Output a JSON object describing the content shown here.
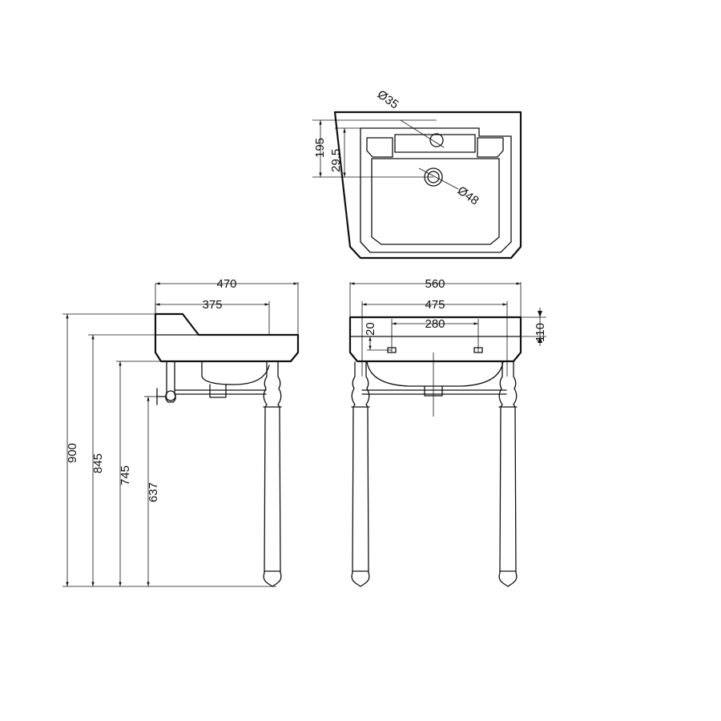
{
  "top_view": {
    "dia_small": "Ø35",
    "dia_large": "Ø48",
    "depth_total": "195",
    "depth_hole": "29.5"
  },
  "side_view": {
    "width_total": "470",
    "width_inner": "375",
    "height_total": "900",
    "height_rim": "845",
    "height_underside": "745",
    "height_waste": "637"
  },
  "front_view": {
    "width_total": "560",
    "width_legs": "475",
    "tap_centres": "280",
    "tap_offset": "20",
    "rim_height": "110"
  }
}
